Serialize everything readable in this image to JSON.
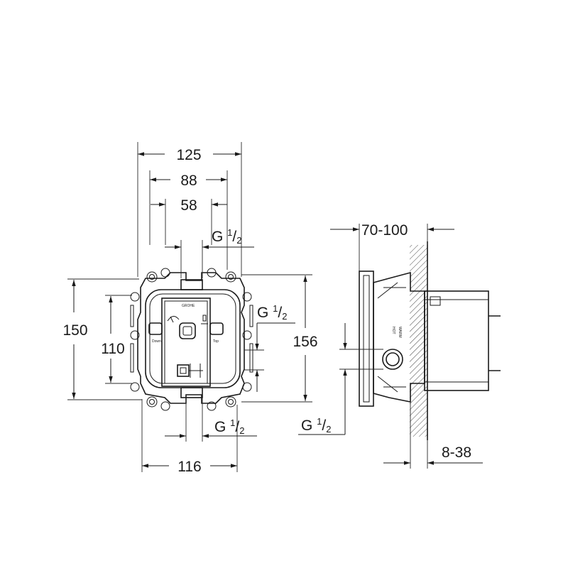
{
  "dimensions": {
    "front_width_outer": "125",
    "front_width_mid": "88",
    "front_width_inner": "58",
    "front_bottom_width": "116",
    "front_height_outer": "150",
    "front_height_inner": "110",
    "side_height": "156",
    "side_wall_depth": "70-100",
    "side_cover_range": "8-38"
  },
  "threads": {
    "top": {
      "base": "G ",
      "sup": "1",
      "sub": "2"
    },
    "right": {
      "base": "G ",
      "sup": "1",
      "sub": "2"
    },
    "bottom": {
      "base": "G ",
      "sup": "1",
      "sub": "2"
    },
    "side": {
      "base": "G ",
      "sup": "1",
      "sub": "2"
    }
  },
  "body_labels": {
    "logo": "GROHE",
    "left_marking": "Down",
    "right_marking": "Top",
    "side_marking_1": "WARM",
    "side_marking_2": "HOT"
  },
  "colors": {
    "line": "#1a1a1a",
    "hatch": "#444444",
    "background": "#ffffff"
  }
}
